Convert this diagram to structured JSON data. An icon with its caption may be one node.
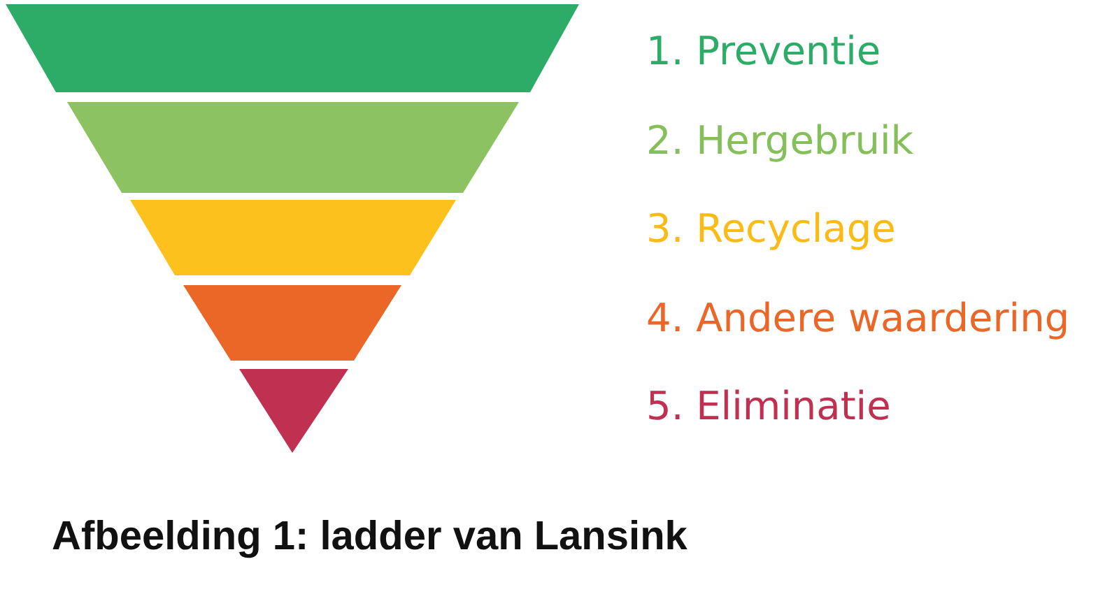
{
  "diagram": {
    "caption": "Afbeelding 1: ladder van Lansink",
    "nodes": [
      {
        "text": [],
        "shape": "band"
      },
      {
        "text": [],
        "shape": "band"
      },
      {
        "text": [],
        "shape": "band"
      },
      {
        "text": [],
        "shape": "band"
      },
      {
        "text": [],
        "shape": "triangle"
      }
    ],
    "labels": [
      "1. Preventie",
      "2. Hergebruik",
      "3. Recyclage",
      "4. Andere waardering",
      "5. Eliminatie"
    ]
  }
}
